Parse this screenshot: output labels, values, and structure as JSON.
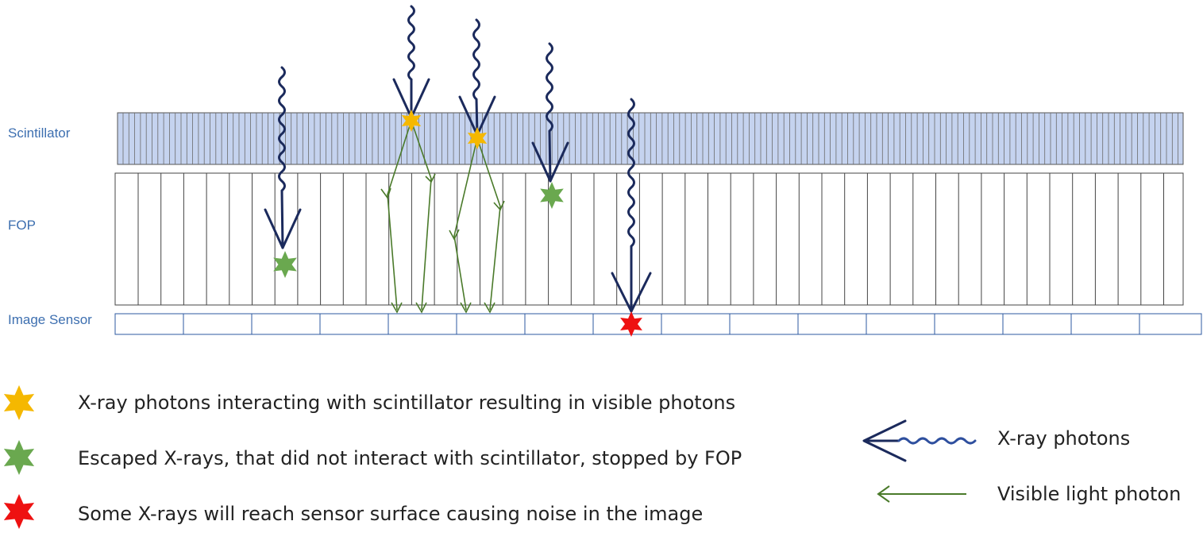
{
  "labels": {
    "scintillator": "Scintillator",
    "fop": "FOP",
    "image_sensor": "Image Sensor"
  },
  "legend": {
    "yellow_star": "X-ray photons interacting with scintillator resulting in visible photons",
    "green_star": "Escaped X-rays, that did not interact with scintillator, stopped by FOP",
    "red_star": "Some X-rays will reach sensor surface causing noise in the image"
  },
  "key": {
    "xray": "X-ray photons",
    "visible": "Visible light photon"
  },
  "colors": {
    "scintillator_fill": "#c5d3ef",
    "line_gray": "#555555",
    "sensor_border": "#2e5aa0",
    "xray_navy": "#1b2a5c",
    "visible_green": "#4a7a2a",
    "yellow": "#f5b800",
    "green": "#6aa84f",
    "red": "#ee1111",
    "label_blue": "#3d6fb0"
  }
}
